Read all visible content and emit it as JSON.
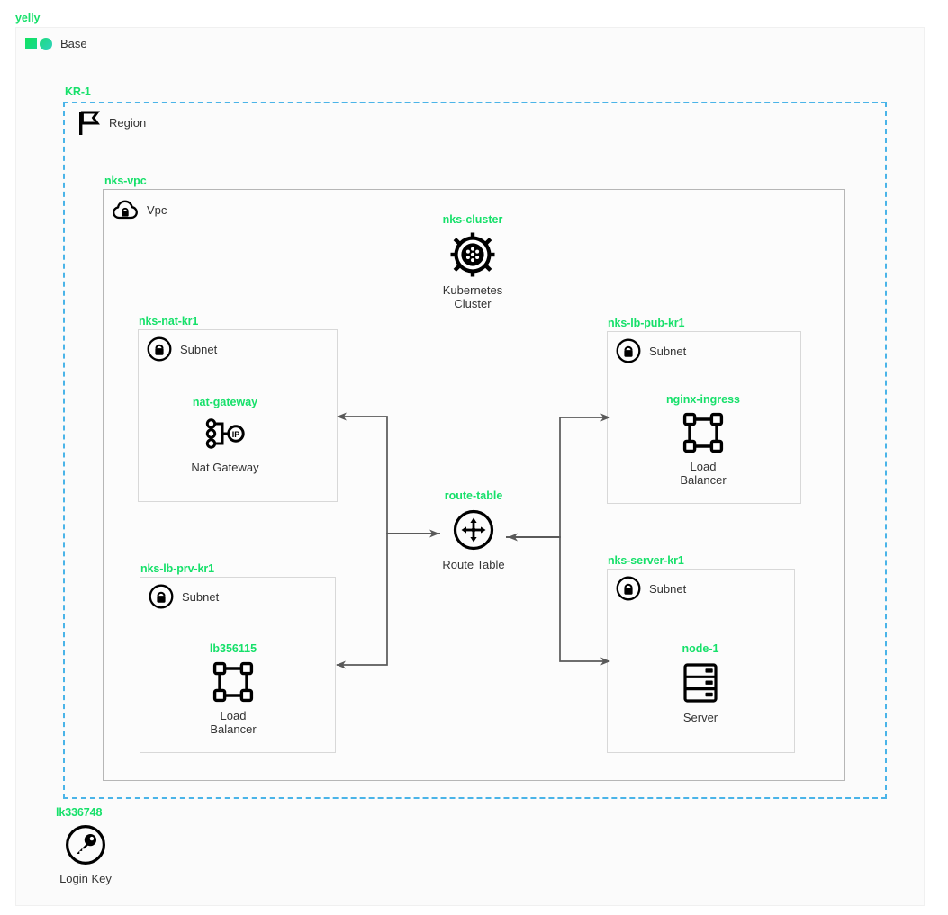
{
  "diagram": {
    "root_label": "yelly",
    "base": {
      "label": "Base",
      "icon": "base-logo-icon"
    },
    "region": {
      "group_label": "KR-1",
      "label": "Region",
      "icon": "flag-icon"
    },
    "vpc": {
      "group_label": "nks-vpc",
      "label": "Vpc",
      "icon": "cloud-lock-icon"
    },
    "cluster": {
      "group_label": "nks-cluster",
      "caption": "Kubernetes\nCluster",
      "icon": "kubernetes-helm-icon"
    },
    "route_table": {
      "group_label": "route-table",
      "caption": "Route Table",
      "icon": "router-icon"
    },
    "login_key": {
      "group_label": "lk336748",
      "caption": "Login Key",
      "icon": "key-icon"
    },
    "subnets": [
      {
        "group_label": "nks-nat-kr1",
        "header_label": "Subnet",
        "header_icon": "lock-circle-icon",
        "node_title": "nat-gateway",
        "node_caption": "Nat Gateway",
        "node_icon": "nat-gateway-icon"
      },
      {
        "group_label": "nks-lb-pub-kr1",
        "header_label": "Subnet",
        "header_icon": "lock-circle-icon",
        "node_title": "nginx-ingress",
        "node_caption": "Load\nBalancer",
        "node_icon": "load-balancer-icon"
      },
      {
        "group_label": "nks-lb-prv-kr1",
        "header_label": "Subnet",
        "header_icon": "lock-circle-icon",
        "node_title": "lb356115",
        "node_caption": "Load\nBalancer",
        "node_icon": "load-balancer-icon"
      },
      {
        "group_label": "nks-server-kr1",
        "header_label": "Subnet",
        "header_icon": "lock-circle-icon",
        "node_title": "node-1",
        "node_caption": "Server",
        "node_icon": "server-rack-icon"
      }
    ],
    "colors": {
      "accent_green": "#16e06a",
      "region_dash": "#4ab4e8",
      "text": "#333333",
      "box_border": "#b6b6b6",
      "subnet_border": "#d8d8d8",
      "wire": "#595959",
      "canvas": "#ffffff",
      "panel": "#fbfbfb"
    },
    "connections": [
      {
        "from": "route-table",
        "to": "nat-gateway",
        "direction": "left"
      },
      {
        "from": "route-table",
        "to": "lb356115",
        "direction": "left"
      },
      {
        "from": "nginx-ingress",
        "to": "route-table",
        "direction": "left"
      },
      {
        "from": "node-1",
        "to": "route-table",
        "direction": "left"
      }
    ]
  }
}
